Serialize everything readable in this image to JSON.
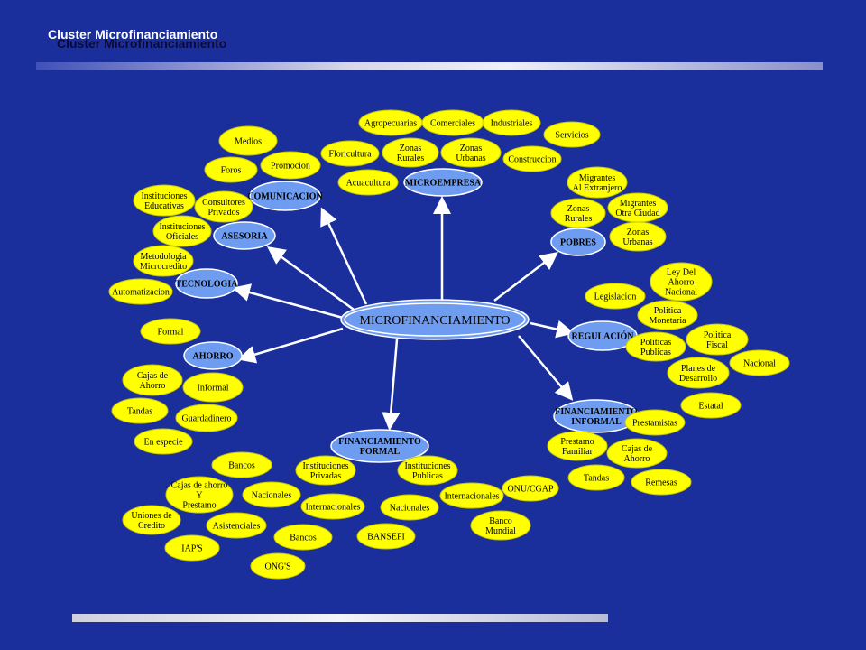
{
  "slide": {
    "title": "Cluster Microfinanciamiento"
  },
  "center": {
    "label": "MICROFINANCIAMIENTO"
  },
  "hubs": {
    "comunicacion": [
      "COMUNICACION"
    ],
    "asesoria": [
      "ASESORIA"
    ],
    "tecnologia": [
      "TECNOLOGIA"
    ],
    "ahorro": [
      "AHORRO"
    ],
    "microempresa": [
      "MICROEMPRESA"
    ],
    "pobres": [
      "POBRES"
    ],
    "regulacion": [
      "REGULACIÓN"
    ],
    "informal": [
      "FINANCIAMIENTO",
      "INFORMAL"
    ],
    "formal": [
      "FINANCIAMIENTO",
      "FORMAL"
    ]
  },
  "leaves": {
    "medios": [
      "Medios"
    ],
    "foros": [
      "Foros"
    ],
    "promocion": [
      "Promocion"
    ],
    "inst_educativas": [
      "Instituciones",
      "Educativas"
    ],
    "consultores": [
      "Consultores",
      "Privados"
    ],
    "inst_oficiales": [
      "Instituciones",
      "Oficiales"
    ],
    "metodologia": [
      "Metodologia",
      "Microcredito"
    ],
    "automatizacion": [
      "Automatizacion"
    ],
    "formal_ah": [
      "Formal"
    ],
    "cajas_ahorro_l": [
      "Cajas de",
      "Ahorro"
    ],
    "informal_ah": [
      "Informal"
    ],
    "tandas_l": [
      "Tandas"
    ],
    "guardadinero": [
      "Guardadinero"
    ],
    "en_especie": [
      "En especie"
    ],
    "agropecuarias": [
      "Agropecuarias"
    ],
    "comerciales": [
      "Comerciales"
    ],
    "industriales": [
      "Industriales"
    ],
    "servicios": [
      "Servicios"
    ],
    "floricultura": [
      "Floricultura"
    ],
    "zonas_rurales_m": [
      "Zonas",
      "Rurales"
    ],
    "zonas_urbanas_m": [
      "Zonas",
      "Urbanas"
    ],
    "construccion": [
      "Construccion"
    ],
    "acuacultura": [
      "Acuacultura"
    ],
    "migrantes_ext": [
      "Migrantes",
      "Al Extranjero"
    ],
    "zonas_rurales_p": [
      "Zonas",
      "Rurales"
    ],
    "migrantes_otra": [
      "Migrantes",
      "Otra Ciudad"
    ],
    "zonas_urbanas_p": [
      "Zonas",
      "Urbanas"
    ],
    "ley_ahorro": [
      "Ley Del",
      "Ahorro",
      "Nacional"
    ],
    "legislacion": [
      "Legislacion"
    ],
    "politica_monetaria": [
      "Politica",
      "Monetaria"
    ],
    "politicas_publicas": [
      "Politicas",
      "Publicas"
    ],
    "politica_fiscal": [
      "Politica",
      "Fiscal"
    ],
    "nacional_r": [
      "Nacional"
    ],
    "planes": [
      "Planes de",
      "Desarrollo"
    ],
    "estatal": [
      "Estatal"
    ],
    "prestamistas": [
      "Prestamistas"
    ],
    "prestamo_familiar": [
      "Prestamo",
      "Familiar"
    ],
    "cajas_ahorro_r": [
      "Cajas de",
      "Ahorro"
    ],
    "tandas_r": [
      "Tandas"
    ],
    "remesas": [
      "Remesas"
    ],
    "bancos_top": [
      "Bancos"
    ],
    "inst_privadas": [
      "Instituciones",
      "Privadas"
    ],
    "inst_publicas": [
      "Instituciones",
      "Publicas"
    ],
    "cajas_ahorro_prestamo": [
      "Cajas de ahorro",
      "Y",
      "Prestamo"
    ],
    "nacionales_l": [
      "Nacionales"
    ],
    "internacionales_l": [
      "Internacionales"
    ],
    "nacionales_r": [
      "Nacionales"
    ],
    "internacionales_r": [
      "Internacionales"
    ],
    "onu": [
      "ONU/CGAP"
    ],
    "uniones": [
      "Uniones de",
      "Credito"
    ],
    "asistenciales": [
      "Asistenciales"
    ],
    "banco_mundial": [
      "Banco",
      "Mundial"
    ],
    "iaps": [
      "IAP'S"
    ],
    "bancos_bottom": [
      "Bancos"
    ],
    "bansefi": [
      "BANSEFI"
    ],
    "ongs": [
      "ONG'S"
    ]
  },
  "colors": {
    "background": "#1a2f9c",
    "leaf": "#ffff00",
    "hub": "#6e9cf0",
    "arrow": "#ffffff"
  }
}
